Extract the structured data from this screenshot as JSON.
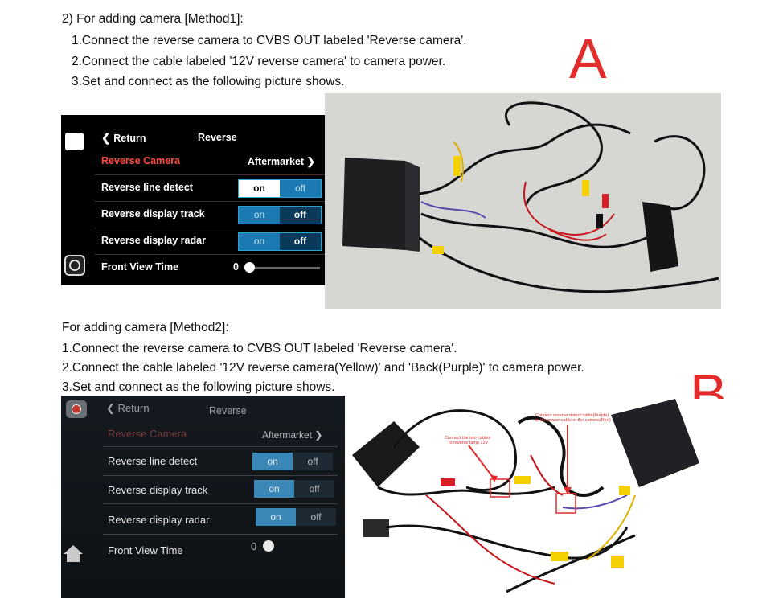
{
  "method1": {
    "heading": "2) For adding camera [Method1]:",
    "steps": [
      "1.Connect the reverse camera to CVBS OUT labeled 'Reverse camera'.",
      "2.Connect the cable labeled '12V reverse camera' to camera power.",
      "3.Set and connect as the following picture shows."
    ],
    "letter": "A"
  },
  "screen_a": {
    "back_label": "Return",
    "title": "Reverse",
    "rows": [
      {
        "label": "Reverse Camera",
        "value": "Aftermarket"
      },
      {
        "label": "Reverse line detect",
        "on": "on",
        "off": "off",
        "active": "on"
      },
      {
        "label": "Reverse display track",
        "on": "on",
        "off": "off",
        "active": "off"
      },
      {
        "label": "Reverse display radar",
        "on": "on",
        "off": "off",
        "active": "off"
      },
      {
        "label": "Front View Time",
        "slider_value": "0"
      }
    ]
  },
  "method2": {
    "heading": "For adding camera [Method2]:",
    "steps": [
      "1.Connect the reverse camera to CVBS OUT labeled 'Reverse camera'.",
      "2.Connect the cable labeled '12V reverse camera(Yellow)' and 'Back(Purple)' to camera power.",
      "3.Set and connect as the following picture shows."
    ],
    "letter": "B"
  },
  "screen_b": {
    "back_label": "Return",
    "title": "Reverse",
    "rows": [
      {
        "label": "Reverse Camera",
        "value": "Aftermarket"
      },
      {
        "label": "Reverse line detect",
        "on": "on",
        "off": "off"
      },
      {
        "label": "Reverse display track",
        "on": "on",
        "off": "off"
      },
      {
        "label": "Reverse display radar",
        "on": "on",
        "off": "off"
      },
      {
        "label": "Front View Time",
        "slider_value": "0"
      }
    ]
  },
  "photo_b_notes": {
    "note_left_line1": "Connect the two cables",
    "note_left_line2": "to reverse lamp 12V",
    "note_right_line1": "Connect reverse detect cable(Purple)",
    "note_right_line2": "to the power cable of the camera(Red)"
  },
  "colors": {
    "accent_red": "#e22b2b",
    "toggle_blue": "#1b7ab1",
    "toggle_active": "#ffffff"
  }
}
